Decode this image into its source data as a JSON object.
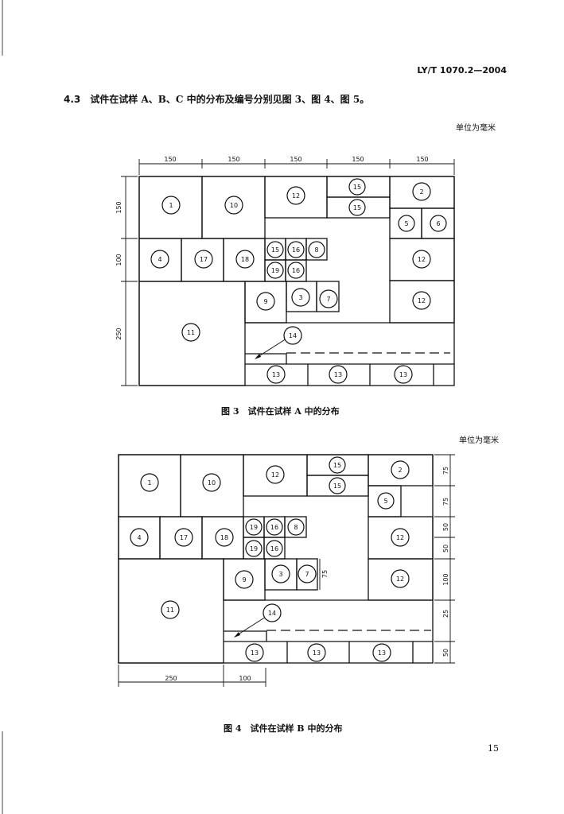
{
  "header": {
    "standard_code": "LY/T 1070.2—2004"
  },
  "section": {
    "number": "4.3",
    "text": "试件在试样 A、B、C 中的分布及编号分别见图 3、图 4、图 5。"
  },
  "figure3": {
    "unit_note": "单位为毫米",
    "caption": "图 3　试件在试样 A 中的分布",
    "top_dims": [
      "150",
      "150",
      "150",
      "150",
      "150"
    ],
    "left_dims": [
      "150",
      "100",
      "250"
    ],
    "labels": {
      "p1": "1",
      "p10": "10",
      "p12a": "12",
      "p15a": "15",
      "p15b": "15",
      "p2": "2",
      "p5": "5",
      "p6": "6",
      "p4": "4",
      "p17": "17",
      "p18": "18",
      "p15c": "15",
      "p16a": "16",
      "p8": "8",
      "p19": "19",
      "p16b": "16",
      "p12b": "12",
      "p9": "9",
      "p3": "3",
      "p7": "7",
      "p12c": "12",
      "p11": "11",
      "p14": "14",
      "p13a": "13",
      "p13b": "13",
      "p13c": "13"
    }
  },
  "figure4": {
    "unit_note": "单位为毫米",
    "caption": "图 4　试件在试样 B 中的分布",
    "bottom_dims": [
      "250",
      "100"
    ],
    "right_dims": [
      "75",
      "75",
      "50",
      "50",
      "100",
      "25",
      "50"
    ],
    "inner_dim": "75",
    "labels": {
      "p1": "1",
      "p10": "10",
      "p12a": "12",
      "p15a": "15",
      "p15b": "15",
      "p2": "2",
      "p5": "5",
      "p4": "4",
      "p17": "17",
      "p18": "18",
      "p19a": "19",
      "p16a": "16",
      "p8": "8",
      "p19b": "19",
      "p16b": "16",
      "p12b": "12",
      "p9": "9",
      "p3": "3",
      "p7": "7",
      "p12c": "12",
      "p11": "11",
      "p14": "14",
      "p13a": "13",
      "p13b": "13",
      "p13c": "13"
    }
  },
  "footer": {
    "page_number": "15"
  }
}
